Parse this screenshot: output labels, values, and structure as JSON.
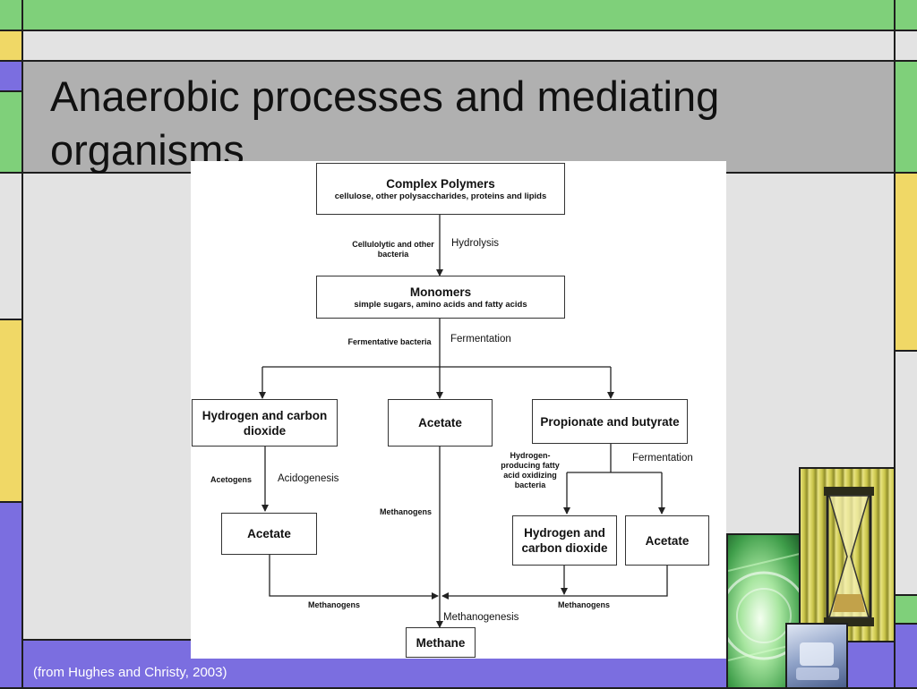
{
  "slide": {
    "title": "Anaerobic processes and mediating organisms",
    "citation": "(from Hughes and Christy, 2003)"
  },
  "diagram": {
    "complex_polymers": {
      "title": "Complex Polymers",
      "subtitle": "cellulose, other polysaccharides, proteins and lipids"
    },
    "hydrolysis_organisms": "Cellulolytic and other bacteria",
    "hydrolysis_process": "Hydrolysis",
    "monomers": {
      "title": "Monomers",
      "subtitle": "simple sugars, amino acids and fatty acids"
    },
    "fermentation_organisms": "Fermentative bacteria",
    "fermentation_process": "Fermentation",
    "h2_co2_left": "Hydrogen and carbon dioxide",
    "acetate_center": "Acetate",
    "propionate_butyrate": "Propionate and butyrate",
    "acetogens": "Acetogens",
    "acidogenesis": "Acidogenesis",
    "acetate_left": "Acetate",
    "methanogens_center": "Methanogens",
    "h2_oxidizing": "Hydrogen-producing fatty acid oxidizing bacteria",
    "fermentation_right": "Fermentation",
    "h2_co2_right": "Hydrogen and carbon dioxide",
    "acetate_right": "Acetate",
    "methanogens_left": "Methanogens",
    "methanogens_right": "Methanogens",
    "methanogenesis": "Methanogenesis",
    "methane": "Methane"
  },
  "colors": {
    "green": "#7fd07a",
    "yellow": "#f0d866",
    "purple": "#7b6ee0",
    "light_gray": "#e3e3e3",
    "title_gray": "#b0b0b0"
  }
}
